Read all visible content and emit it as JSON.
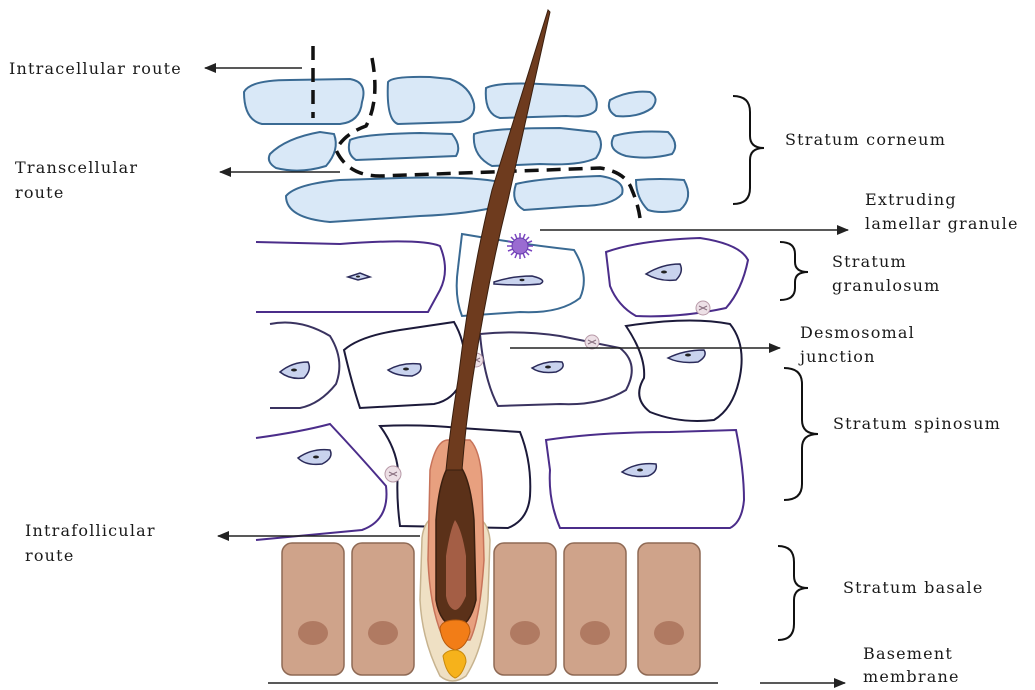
{
  "labels": {
    "intracellular_route": "Intracellular route",
    "transcellular_route": [
      "Transcellular",
      "route"
    ],
    "intrafollicular_route": [
      "Intrafollicular",
      "route"
    ],
    "stratum_corneum": "Stratum corneum",
    "extruding_lamellar_granule": [
      "Extruding",
      "lamellar granule"
    ],
    "stratum_granulosum": [
      "Stratum",
      "granulosum"
    ],
    "desmosomal_junction": [
      "Desmosomal",
      "junction"
    ],
    "stratum_spinosum": "Stratum spinosum",
    "stratum_basale": "Stratum basale",
    "basement_membrane": [
      "Basement",
      "membrane"
    ]
  },
  "colors": {
    "corneum_fill": "#d9e8f7",
    "corneum_stroke": "#3a6a93",
    "granulosum_stroke": "#4b2d8a",
    "spinosum_stroke": "#1c1a3a",
    "nucleus_fill": "#c9d3ee",
    "basale_fill": "#cfa38a",
    "basale_nucleus": "#b07a62",
    "hair_dark": "#4a2a17",
    "hair_mid": "#6e3b1e",
    "follicle_sheath": "#e8a07f",
    "follicle_outer": "#efe0c4",
    "bulb_orange": "#f27d17",
    "bulb_yellow": "#f6b21b",
    "granule_purple": "#9a6bd1",
    "arrow": "#222222"
  }
}
